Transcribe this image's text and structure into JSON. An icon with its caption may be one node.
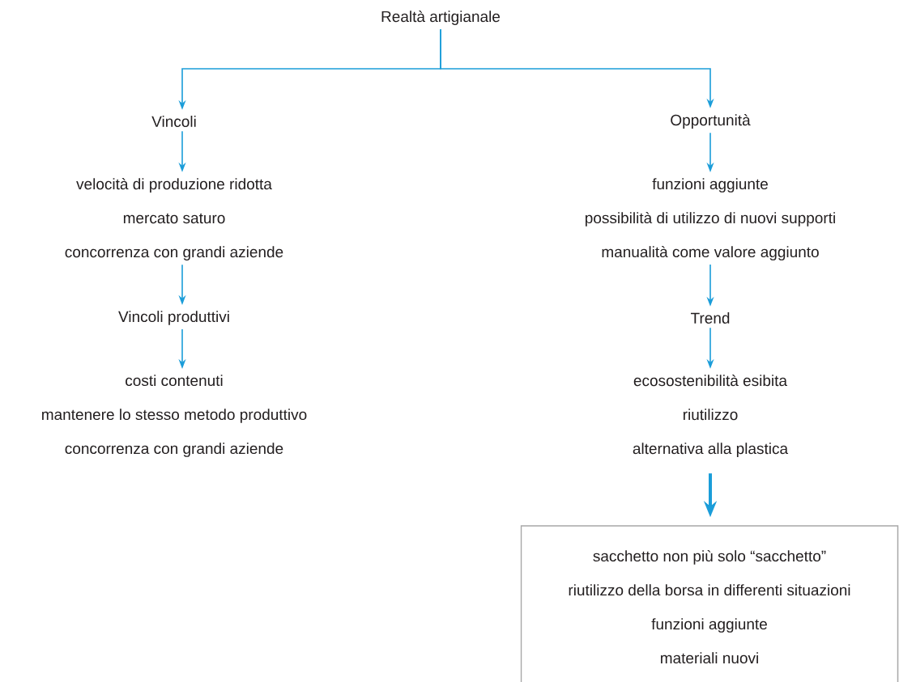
{
  "diagram": {
    "nodes": [
      {
        "text": [
          "Realtà artigianale"
        ]
      },
      {
        "text": [
          "Vincoli"
        ]
      },
      {
        "text": [
          "Opportunità"
        ]
      },
      {
        "text": [
          "velocità di produzione ridotta",
          "mercato saturo",
          "concorrenza con grandi aziende"
        ]
      },
      {
        "text": [
          "Vincoli produttivi"
        ]
      },
      {
        "text": [
          "costi contenuti",
          "mantenere lo stesso metodo produttivo",
          "concorrenza con grandi aziende"
        ]
      },
      {
        "text": [
          "funzioni aggiunte",
          "possibilità di utilizzo di nuovi supporti",
          "manualità come valore aggiunto"
        ]
      },
      {
        "text": [
          "Trend"
        ]
      },
      {
        "text": [
          "ecosostenibilità esibita",
          "riutilizzo",
          "alternativa alla plastica"
        ]
      },
      {
        "text": [
          "sacchetto non più solo “sacchetto”",
          "riutilizzo della borsa in differenti situazioni",
          "funzioni aggiunte",
          "materiali nuovi"
        ]
      }
    ],
    "edges": [
      {
        "from": 0,
        "to": 1,
        "arrow": "to"
      },
      {
        "from": 0,
        "to": 2,
        "arrow": "to"
      },
      {
        "from": 1,
        "to": 3,
        "arrow": "to"
      },
      {
        "from": 3,
        "to": 4,
        "arrow": "to"
      },
      {
        "from": 4,
        "to": 5,
        "arrow": "to"
      },
      {
        "from": 2,
        "to": 6,
        "arrow": "to"
      },
      {
        "from": 6,
        "to": 7,
        "arrow": "to"
      },
      {
        "from": 7,
        "to": 8,
        "arrow": "to"
      },
      {
        "from": 8,
        "to": 9,
        "arrow": "to",
        "style": "thick"
      }
    ]
  }
}
